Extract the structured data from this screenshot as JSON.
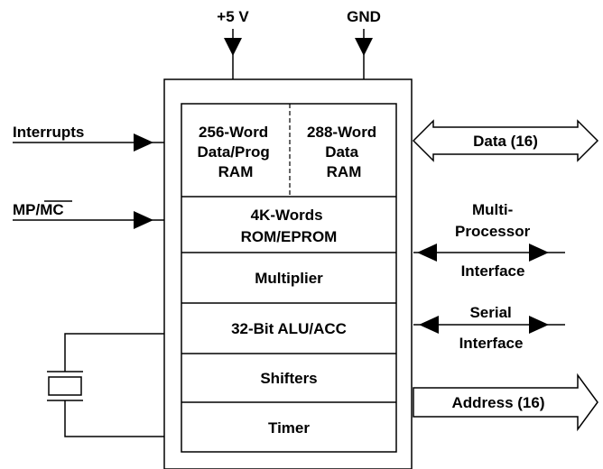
{
  "power": {
    "vcc": "+5 V",
    "gnd": "GND"
  },
  "inputs": {
    "interrupts": "Interrupts",
    "mp_prefix": "MP/",
    "mp_overline": "MC"
  },
  "blocks": {
    "ram1": [
      "256-Word",
      "Data/Prog",
      "RAM"
    ],
    "ram2": [
      "288-Word",
      "Data",
      "RAM"
    ],
    "rom": [
      "4K-Words",
      "ROM/EPROM"
    ],
    "multiplier": "Multiplier",
    "alu": "32-Bit ALU/ACC",
    "shifters": "Shifters",
    "timer": "Timer"
  },
  "outputs": {
    "data": "Data (16)",
    "multiproc": [
      "Multi-",
      "Processor",
      "Interface"
    ],
    "serial": [
      "Serial",
      "Interface"
    ],
    "address": "Address (16)"
  }
}
